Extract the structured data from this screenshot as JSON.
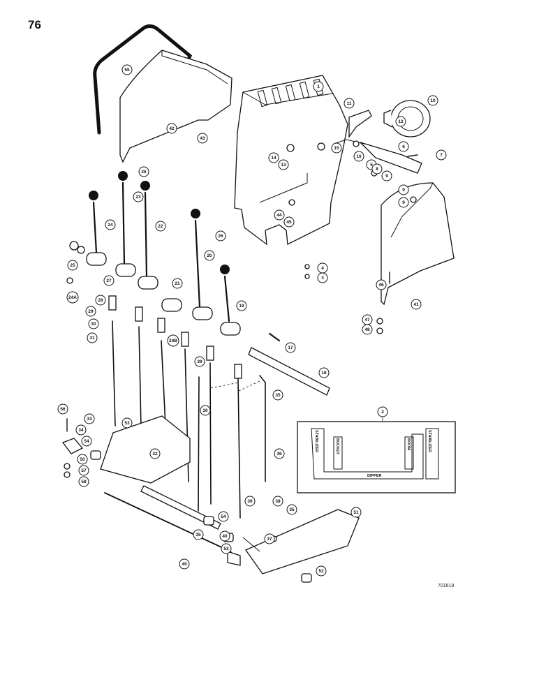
{
  "page_number": "76",
  "figure_code": "701619",
  "decal": {
    "callout": "2",
    "labels": {
      "left": "STABILIZER",
      "bucket": "BUCKET",
      "boom": "BOOM",
      "right": "STABILIZER",
      "bottom": "DIPPER"
    }
  },
  "callouts": [
    {
      "id": "c55",
      "label": "55"
    },
    {
      "id": "c42",
      "label": "42"
    },
    {
      "id": "c43",
      "label": "43"
    },
    {
      "id": "c1",
      "label": "1"
    },
    {
      "id": "c11",
      "label": "11"
    },
    {
      "id": "c10",
      "label": "10"
    },
    {
      "id": "c12",
      "label": "12"
    },
    {
      "id": "c15",
      "label": "15"
    },
    {
      "id": "c16",
      "label": "16"
    },
    {
      "id": "c14",
      "label": "14"
    },
    {
      "id": "c13",
      "label": "13"
    },
    {
      "id": "c6",
      "label": "6"
    },
    {
      "id": "c7",
      "label": "7"
    },
    {
      "id": "c5",
      "label": "5"
    },
    {
      "id": "c8",
      "label": "8"
    },
    {
      "id": "c9a",
      "label": "9"
    },
    {
      "id": "c9b",
      "label": "9"
    },
    {
      "id": "c9c",
      "label": "9"
    },
    {
      "id": "c26a",
      "label": "26"
    },
    {
      "id": "c23",
      "label": "23"
    },
    {
      "id": "c24",
      "label": "24"
    },
    {
      "id": "c22",
      "label": "22"
    },
    {
      "id": "c26b",
      "label": "26"
    },
    {
      "id": "c44",
      "label": "44"
    },
    {
      "id": "c45",
      "label": "45"
    },
    {
      "id": "c25",
      "label": "25"
    },
    {
      "id": "c20",
      "label": "20"
    },
    {
      "id": "c4",
      "label": "4"
    },
    {
      "id": "c3",
      "label": "3"
    },
    {
      "id": "c27",
      "label": "27"
    },
    {
      "id": "c24A",
      "label": "24A"
    },
    {
      "id": "c28",
      "label": "28"
    },
    {
      "id": "c21",
      "label": "21"
    },
    {
      "id": "c46",
      "label": "46"
    },
    {
      "id": "c29",
      "label": "29"
    },
    {
      "id": "c19",
      "label": "19"
    },
    {
      "id": "c41",
      "label": "41"
    },
    {
      "id": "c30a",
      "label": "30"
    },
    {
      "id": "c24B",
      "label": "24B"
    },
    {
      "id": "c47",
      "label": "47"
    },
    {
      "id": "c48",
      "label": "48"
    },
    {
      "id": "c31",
      "label": "31"
    },
    {
      "id": "c17",
      "label": "17"
    },
    {
      "id": "c39",
      "label": "39"
    },
    {
      "id": "c18",
      "label": "18"
    },
    {
      "id": "c30b",
      "label": "30"
    },
    {
      "id": "c35a",
      "label": "35"
    },
    {
      "id": "c56",
      "label": "56"
    },
    {
      "id": "c33",
      "label": "33"
    },
    {
      "id": "c53",
      "label": "53"
    },
    {
      "id": "c34",
      "label": "34"
    },
    {
      "id": "c54a",
      "label": "54"
    },
    {
      "id": "c32",
      "label": "32"
    },
    {
      "id": "c36",
      "label": "36"
    },
    {
      "id": "c50",
      "label": "50"
    },
    {
      "id": "c57",
      "label": "57"
    },
    {
      "id": "c58",
      "label": "58"
    },
    {
      "id": "c30c",
      "label": "30"
    },
    {
      "id": "c38",
      "label": "38"
    },
    {
      "id": "c35b",
      "label": "35"
    },
    {
      "id": "c51",
      "label": "51"
    },
    {
      "id": "c54b",
      "label": "54"
    },
    {
      "id": "c35c",
      "label": "35"
    },
    {
      "id": "c40",
      "label": "40"
    },
    {
      "id": "c37",
      "label": "37"
    },
    {
      "id": "c52a",
      "label": "52"
    },
    {
      "id": "c49",
      "label": "49"
    },
    {
      "id": "c52b",
      "label": "52"
    }
  ]
}
